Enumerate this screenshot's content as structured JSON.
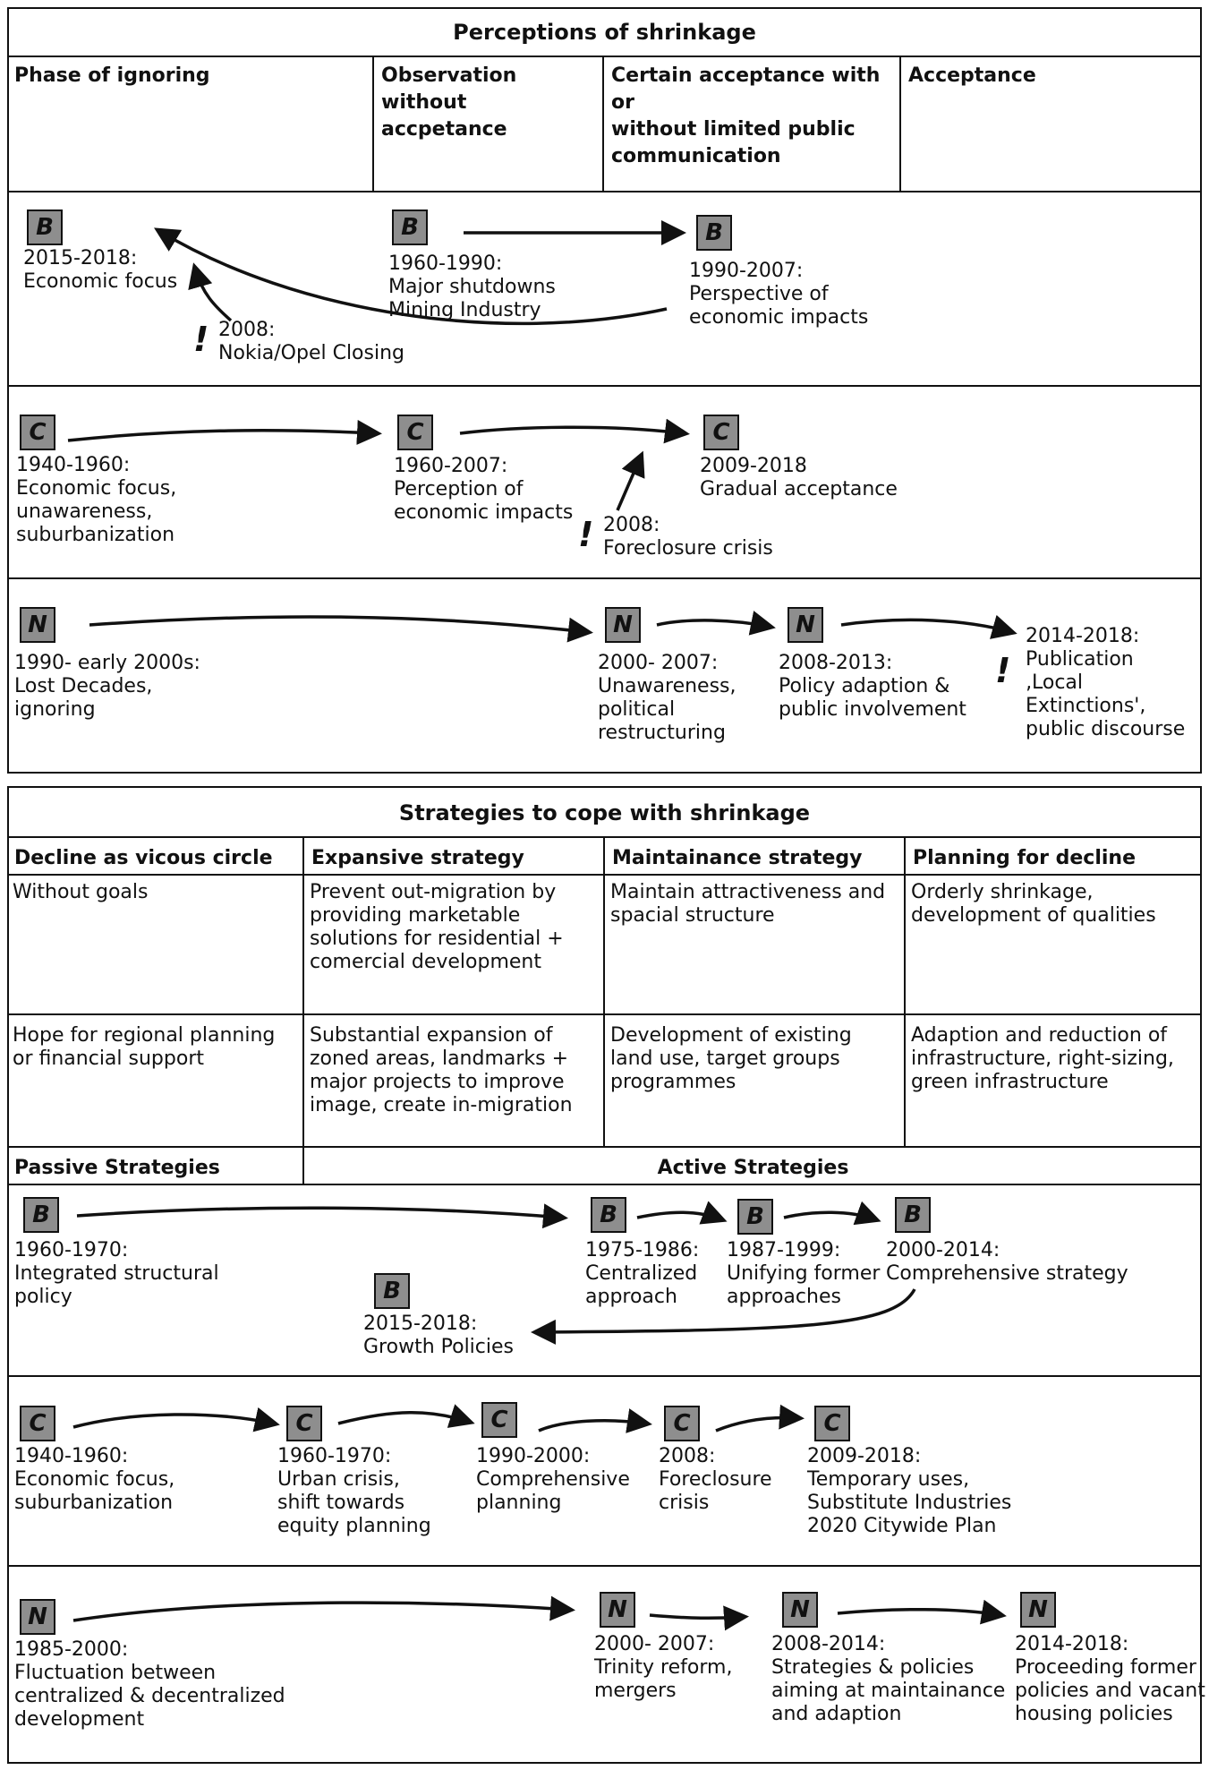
{
  "perceptions": {
    "title": "Perceptions of shrinkage",
    "phases": [
      "Phase of ignoring",
      "Observation without\naccpetance",
      "Certain acceptance with or\nwithout limited public\ncommunication",
      "Acceptance"
    ],
    "rows": [
      {
        "nodes": [
          {
            "letter": "B",
            "text": "2015-2018:\nEconomic focus"
          },
          {
            "letter": "B",
            "text": "1960-1990:\nMajor shutdowns\nMining Industry"
          },
          {
            "letter": "B",
            "text": "1990-2007:\nPerspective of\neconomic impacts"
          }
        ],
        "event": {
          "mark": "!",
          "text": "2008:\nNokia/Opel Closing"
        }
      },
      {
        "nodes": [
          {
            "letter": "C",
            "text": "1940-1960:\nEconomic focus,\nunawareness,\nsuburbanization"
          },
          {
            "letter": "C",
            "text": "1960-2007:\nPerception of\neconomic impacts"
          },
          {
            "letter": "C",
            "text": "2009-2018\nGradual acceptance"
          }
        ],
        "event": {
          "mark": "!",
          "text": "2008:\nForeclosure crisis"
        }
      },
      {
        "nodes": [
          {
            "letter": "N",
            "text": "1990- early 2000s:\nLost Decades,\nignoring"
          },
          {
            "letter": "N",
            "text": "2000- 2007:\nUnawareness,\npolitical\nrestructuring"
          },
          {
            "letter": "N",
            "text": "2008-2013:\nPolicy adaption &\npublic involvement"
          }
        ],
        "event": {
          "mark": "!",
          "text": "2014-2018:\nPublication\n‚Local Extinctions',\npublic discourse"
        }
      }
    ]
  },
  "strategies": {
    "title": "Strategies to cope with shrinkage",
    "headers": [
      "Decline as vicous circle",
      "Expansive strategy",
      "Maintainance strategy",
      "Planning for decline"
    ],
    "goals_row": [
      "Without goals",
      "Prevent out-migration by\nproviding marketable\nsolutions for residential +\ncomercial development",
      "Maintain attractiveness and\nspacial structure",
      "Orderly shrinkage,\ndevelopment of qualities"
    ],
    "measures_row": [
      "Hope for regional planning\nor financial support",
      "Substantial expansion of\nzoned areas, landmarks +\nmajor projects to improve\nimage, create in-migration",
      "Development of existing\nland use, target groups\nprogrammes",
      "Adaption and reduction of\ninfrastructure, right-sizing,\ngreen infrastructure"
    ],
    "passive_label": "Passive Strategies",
    "active_label": "Active Strategies",
    "rows": [
      {
        "nodes": [
          {
            "letter": "B",
            "text": "1960-1970:\nIntegrated structural\npolicy"
          },
          {
            "letter": "B",
            "text": "1975-1986:\nCentralized\napproach"
          },
          {
            "letter": "B",
            "text": "1987-1999:\nUnifying former\napproaches"
          },
          {
            "letter": "B",
            "text": "2000-2014:\nComprehensive strategy"
          },
          {
            "letter": "B",
            "text": "2015-2018:\nGrowth Policies"
          }
        ]
      },
      {
        "nodes": [
          {
            "letter": "C",
            "text": "1940-1960:\nEconomic focus,\nsuburbanization"
          },
          {
            "letter": "C",
            "text": "1960-1970:\nUrban crisis,\nshift towards\nequity planning"
          },
          {
            "letter": "C",
            "text": "1990-2000:\nComprehensive\nplanning"
          },
          {
            "letter": "C",
            "text": "2008:\nForeclosure\ncrisis"
          },
          {
            "letter": "C",
            "text": "2009-2018:\nTemporary uses,\nSubstitute Industries\n2020 Citywide Plan"
          }
        ]
      },
      {
        "nodes": [
          {
            "letter": "N",
            "text": "1985-2000:\nFluctuation between\ncentralized & decentralized\ndevelopment"
          },
          {
            "letter": "N",
            "text": "2000- 2007:\nTrinity reform,\nmergers"
          },
          {
            "letter": "N",
            "text": "2008-2014:\nStrategies & policies\naiming at maintainance\nand adaption"
          },
          {
            "letter": "N",
            "text": "2014-2018:\nProceeding former\npolicies and vacant\nhousing policies"
          }
        ]
      }
    ]
  }
}
